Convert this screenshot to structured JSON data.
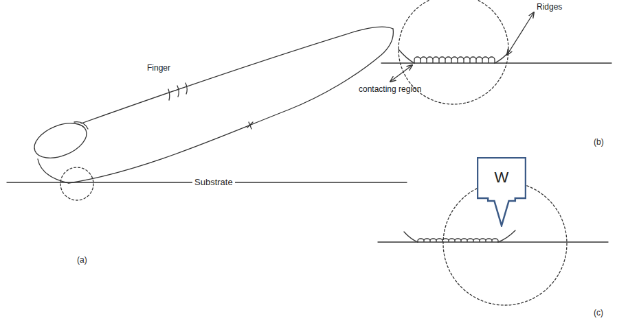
{
  "diagram": {
    "nodes": [
      {
        "text": [
          "W"
        ]
      }
    ],
    "labels": [
      "Finger",
      "Substrate",
      "(a)",
      "Ridges",
      "contacting region",
      "(b)",
      "(c)"
    ]
  }
}
